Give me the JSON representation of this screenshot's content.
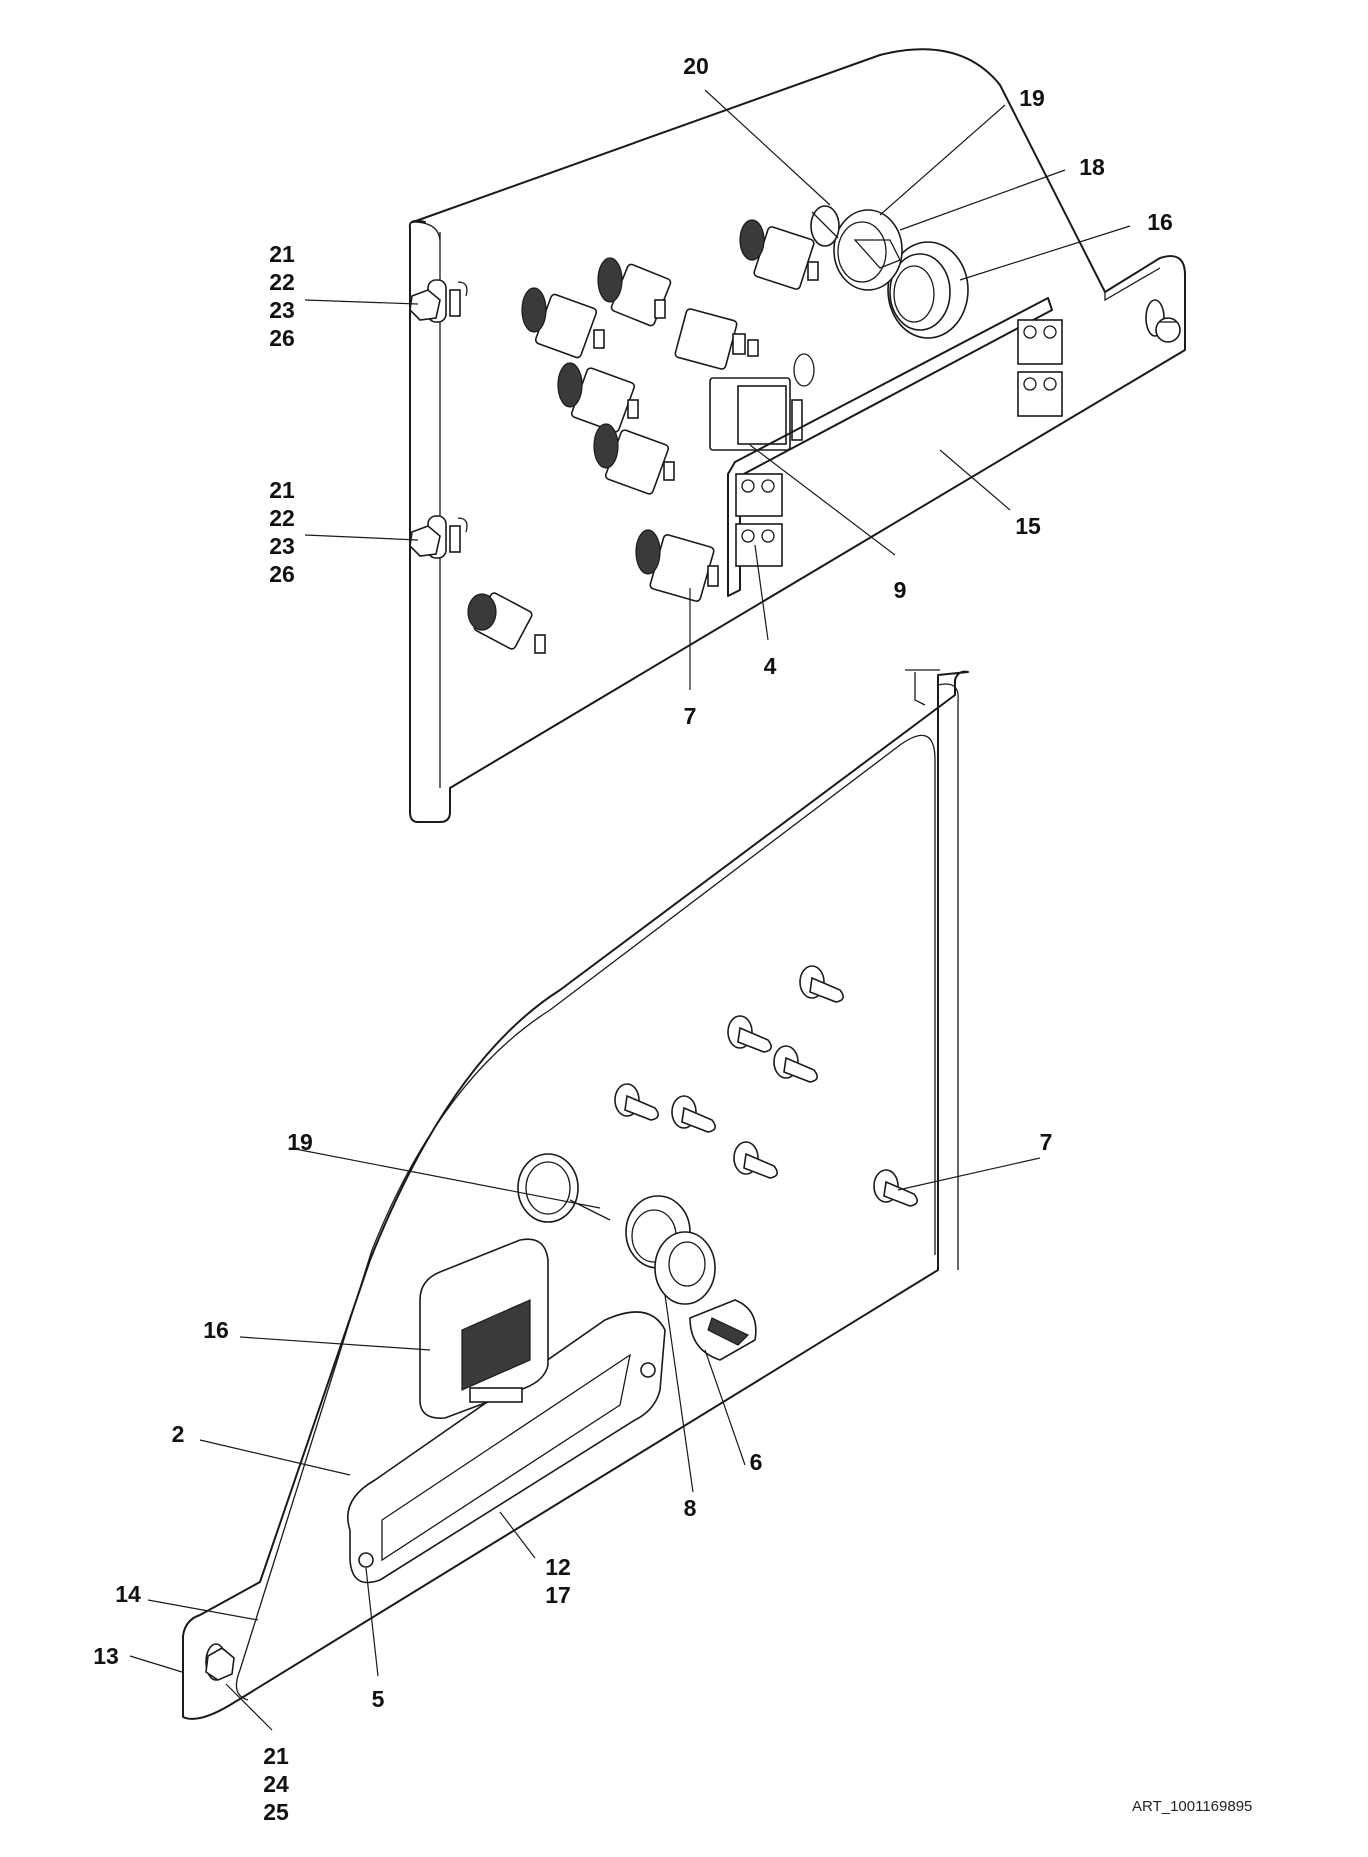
{
  "drawing": {
    "art_number": "ART_1001169895",
    "callouts_upper_panel": [
      {
        "id": "c20",
        "label": "20"
      },
      {
        "id": "c19a",
        "label": "19"
      },
      {
        "id": "c18",
        "label": "18"
      },
      {
        "id": "c16a",
        "label": "16"
      },
      {
        "id": "c21a",
        "label": "21\n22\n23\n26"
      },
      {
        "id": "c21b",
        "label": "21\n22\n23\n26"
      },
      {
        "id": "c15",
        "label": "15"
      },
      {
        "id": "c9",
        "label": "9"
      },
      {
        "id": "c4",
        "label": "4"
      },
      {
        "id": "c7a",
        "label": "7"
      }
    ],
    "callouts_lower_panel": [
      {
        "id": "c19b",
        "label": "19"
      },
      {
        "id": "c7b",
        "label": "7"
      },
      {
        "id": "c16b",
        "label": "16"
      },
      {
        "id": "c2",
        "label": "2"
      },
      {
        "id": "c6",
        "label": "6"
      },
      {
        "id": "c8",
        "label": "8"
      },
      {
        "id": "c12",
        "label": "12\n17"
      },
      {
        "id": "c14",
        "label": "14"
      },
      {
        "id": "c13",
        "label": "13"
      },
      {
        "id": "c5",
        "label": "5"
      },
      {
        "id": "c21c",
        "label": "21\n24\n25"
      }
    ]
  }
}
